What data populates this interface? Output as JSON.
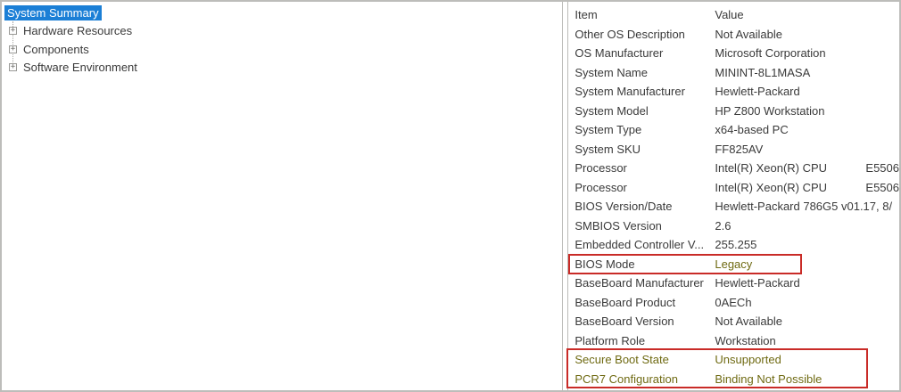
{
  "sidebar": {
    "items": [
      {
        "label": "System Summary",
        "selected": true,
        "expandable": false
      },
      {
        "label": "Hardware Resources",
        "selected": false,
        "expandable": true
      },
      {
        "label": "Components",
        "selected": false,
        "expandable": true
      },
      {
        "label": "Software Environment",
        "selected": false,
        "expandable": true
      }
    ]
  },
  "table": {
    "columns": [
      "Item",
      "Value"
    ],
    "rows": [
      {
        "item": "Other OS Description",
        "value": "Not Available"
      },
      {
        "item": "OS Manufacturer",
        "value": "Microsoft Corporation"
      },
      {
        "item": "System Name",
        "value": "MININT-8L1MASA"
      },
      {
        "item": "System Manufacturer",
        "value": "Hewlett-Packard"
      },
      {
        "item": "System Model",
        "value": "HP Z800 Workstation"
      },
      {
        "item": "System Type",
        "value": "x64-based PC"
      },
      {
        "item": "System SKU",
        "value": "FF825AV"
      },
      {
        "item": "Processor",
        "value": "Intel(R) Xeon(R) CPU            E5506"
      },
      {
        "item": "Processor",
        "value": "Intel(R) Xeon(R) CPU            E5506"
      },
      {
        "item": "BIOS Version/Date",
        "value": "Hewlett-Packard 786G5 v01.17, 8/"
      },
      {
        "item": "SMBIOS Version",
        "value": "2.6"
      },
      {
        "item": "Embedded Controller V...",
        "value": "255.255"
      },
      {
        "item": "BIOS Mode",
        "value": "Legacy",
        "value_flagged": true,
        "boxed": true
      },
      {
        "item": "BaseBoard Manufacturer",
        "value": "Hewlett-Packard"
      },
      {
        "item": "BaseBoard Product",
        "value": "0AECh"
      },
      {
        "item": "BaseBoard Version",
        "value": "Not Available"
      },
      {
        "item": "Platform Role",
        "value": "Workstation"
      },
      {
        "item": "Secure Boot State",
        "value": "Unsupported",
        "flagged": true,
        "boxed": true
      },
      {
        "item": "PCR7 Configuration",
        "value": "Binding Not Possible",
        "flagged": true,
        "boxed": true
      }
    ]
  },
  "icons": {
    "expander": "+"
  },
  "colors": {
    "selection_background": "#1b7fd6",
    "selection_text": "#ffffff",
    "annotation_box": "#c92b27",
    "flagged_text": "#6f6a12",
    "window_border": "#bdbdba",
    "text": "#3a3a3a"
  }
}
